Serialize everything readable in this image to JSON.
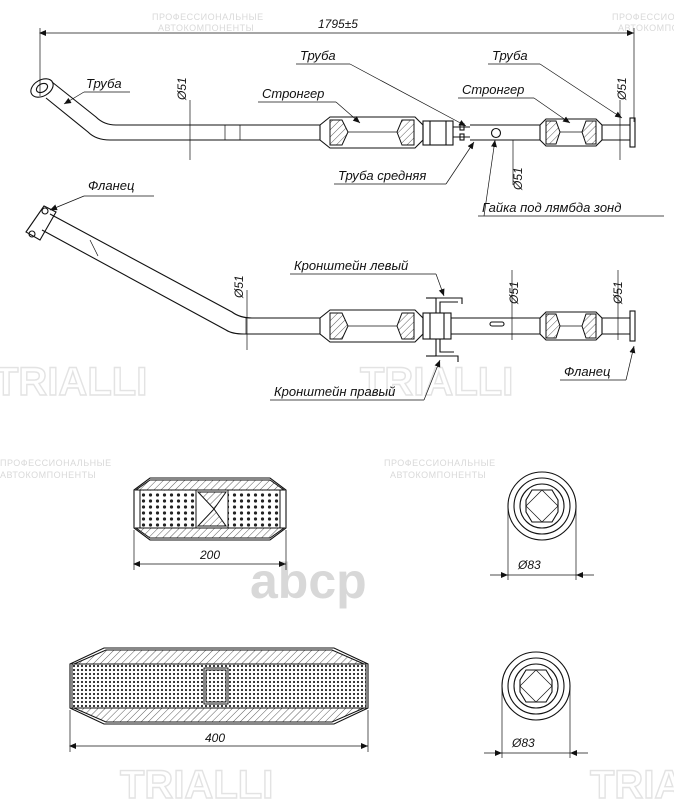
{
  "watermark": {
    "line1": "ПРОФЕССИОНАЛЬНЫЕ",
    "line2": "АВТОКОМПОНЕНТЫ",
    "brand": "TRIALLI",
    "center_logo": "abcp"
  },
  "top_view": {
    "overall_length": "1795±5",
    "diameter_left": "Ø51",
    "diameter_mid": "Ø51",
    "diameter_right": "Ø51",
    "label_pipe_left": "Труба",
    "label_pipe_mid": "Труба",
    "label_pipe_right": "Труба",
    "label_stronger_left": "Стронгер",
    "label_stronger_right": "Стронгер",
    "label_middle_pipe": "Труба средняя",
    "label_lambda_nut": "Гайка под лямбда зонд"
  },
  "side_view": {
    "label_flange_left": "Фланец",
    "label_bracket_left": "Кронштейн левый",
    "label_bracket_right": "Кронштейн правый",
    "label_flange_right": "Фланец",
    "diameter_left": "Ø51",
    "diameter_mid": "Ø51",
    "diameter_right": "Ø51"
  },
  "detail_200": {
    "length": "200",
    "diameter": "Ø83"
  },
  "detail_400": {
    "length": "400",
    "diameter": "Ø83"
  }
}
